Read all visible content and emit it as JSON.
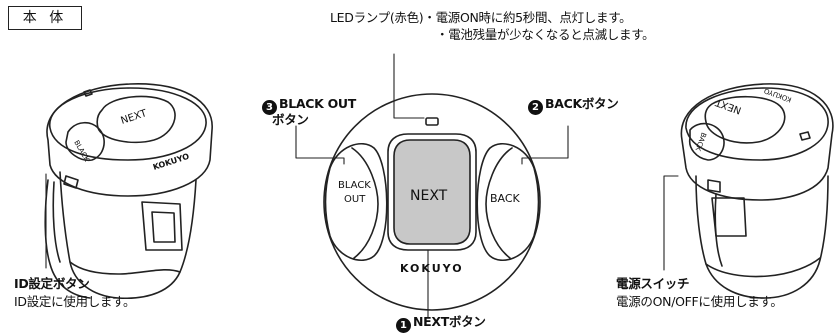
{
  "section_title": "本 体",
  "led": {
    "line1": "LEDランプ(赤色)・電源ON時に約5秒間、点灯します。",
    "line2": "・電池残量が少なくなると点滅します。"
  },
  "black_out": {
    "number": "3",
    "line1": "BLACK OUT",
    "line2": "ボタン"
  },
  "back": {
    "number": "2",
    "label": "BACKボタン"
  },
  "next": {
    "number": "1",
    "label": "NEXTボタン"
  },
  "id_button": {
    "title": "ID設定ボタン",
    "desc": "ID設定に使用します。"
  },
  "power": {
    "title": "電源スイッチ",
    "desc": "電源のON/OFFに使用します。"
  },
  "device_text": {
    "next": "NEXT",
    "back": "BACK",
    "black": "BLACK",
    "out": "OUT",
    "brand": "KOKUYO"
  }
}
